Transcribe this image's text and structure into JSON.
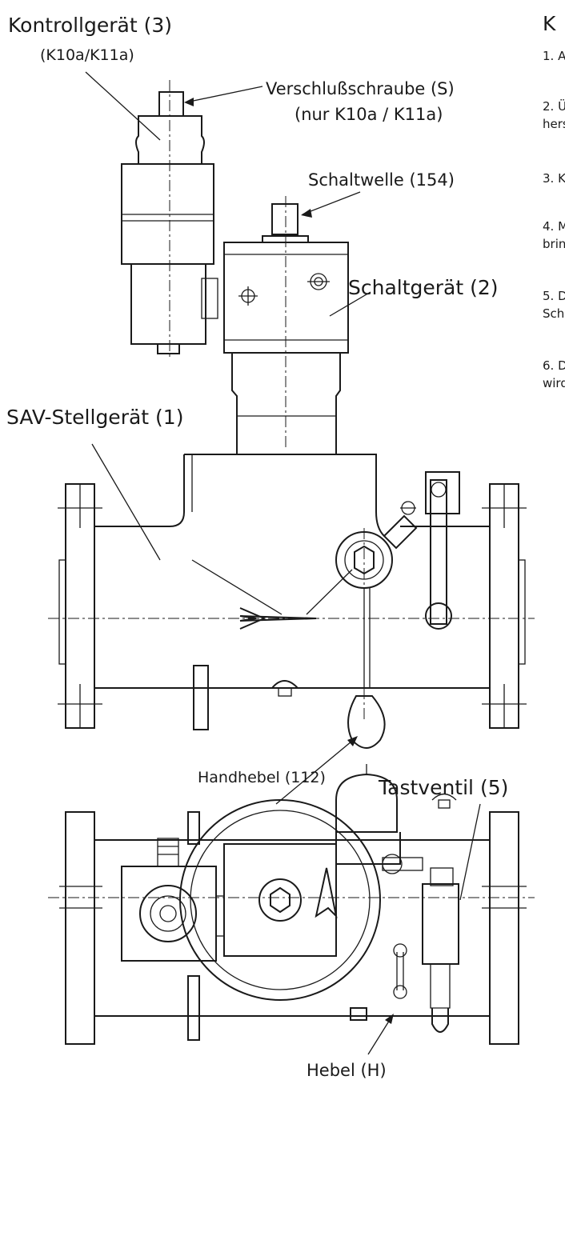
{
  "labels": {
    "kontrollgeraet": "Kontrollgerät (3)",
    "kontrollgeraet_sub": "(K10a/K11a)",
    "verschluss": "Verschlußschraube (S)",
    "verschluss_sub": "(nur K10a / K11a)",
    "schaltwelle": "Schaltwelle (154)",
    "schaltgeraet": "Schaltgerät (2)",
    "sav": "SAV-Stellgerät (1)",
    "handhebel": "Handhebel (112)",
    "tastventil": "Tastventil (5)",
    "hebel": "Hebel (H)"
  },
  "side_text": {
    "heading": "K",
    "items": [
      "1. A",
      "2. Ü",
      "hers",
      "3. K",
      "4. M",
      "brin",
      "5. D",
      "Sch",
      "6. D",
      "wird"
    ]
  }
}
